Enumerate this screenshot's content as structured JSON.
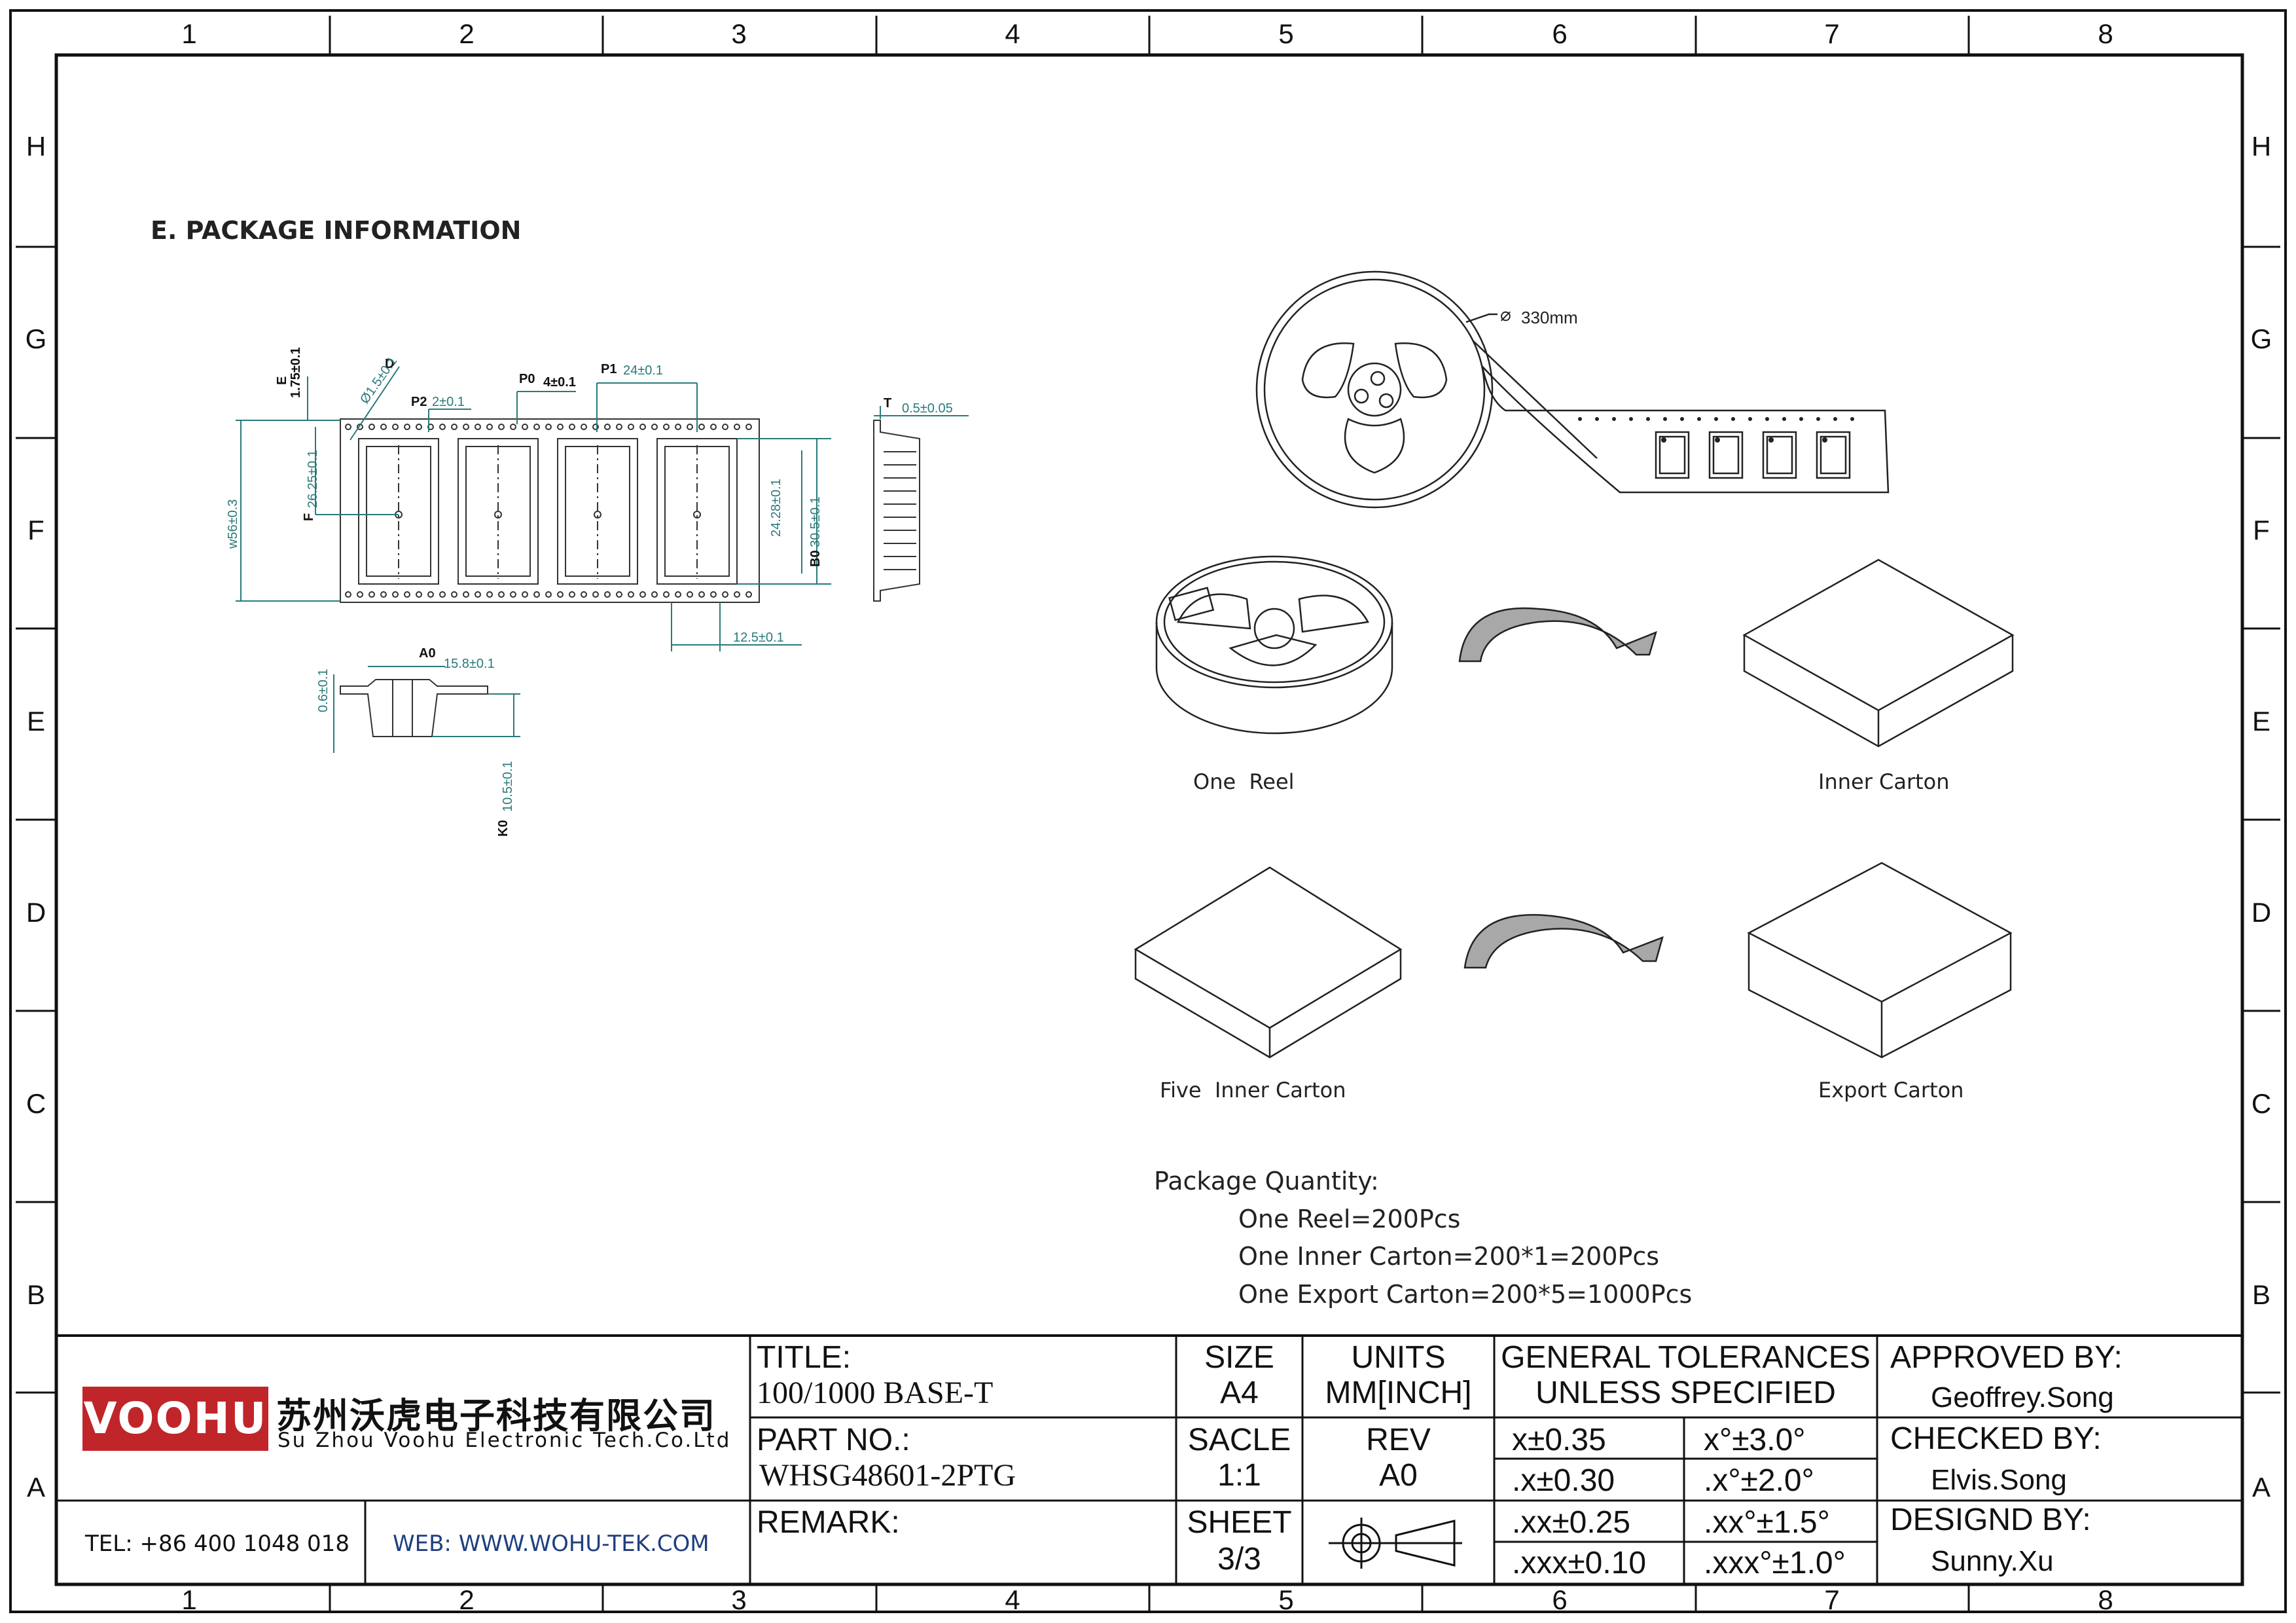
{
  "drawing": {
    "columns": [
      "1",
      "2",
      "3",
      "4",
      "5",
      "6",
      "7",
      "8"
    ],
    "rows": [
      "H",
      "G",
      "F",
      "E",
      "D",
      "C",
      "B",
      "A"
    ]
  },
  "section_title": "E. PACKAGE INFORMATION",
  "dimensions": {
    "E": "E",
    "E_val": "1.75±0.1",
    "D": "D",
    "D_val": "Ø1.5±0.1",
    "P2": "P2",
    "P2_val": "2±0.1",
    "P0": "P0",
    "P0_val": "4±0.1",
    "P1": "P1",
    "P1_val": "24±0.1",
    "T": "T",
    "T_val": "0.5±0.05",
    "W_val": "w56±0.3",
    "F": "F",
    "F_val": "26.25±0.1",
    "A1_val": "24.28±0.1",
    "B0": "B0",
    "B0_val": "30.5±0.1",
    "pitch_val": "12.5±0.1",
    "A0": "A0",
    "A0_val": "15.8±0.1",
    "t_val": "0.6±0.1",
    "K0": "K0",
    "K0_val": "10.5±0.1"
  },
  "reel_diameter": "330mm",
  "illustrations": {
    "one_reel": "One  Reel",
    "inner_carton": "Inner Carton",
    "five_inner_carton": "Five  Inner Carton",
    "export_carton": "Export Carton"
  },
  "package_quantity": {
    "heading": "Package Quantity:",
    "lines": [
      "One Reel=200Pcs",
      "One Inner Carton=200*1=200Pcs",
      "One Export Carton=200*5=1000Pcs"
    ]
  },
  "title_block": {
    "logo": "VOOHU",
    "company_cn": "苏州沃虎电子科技有限公司",
    "company_en": "Su Zhou Voohu Electronic Tech.Co.Ltd",
    "tel": "TEL: +86 400 1048 018",
    "web": "WEB: WWW.WOHU-TEK.COM",
    "title_label": "TITLE:",
    "title_value": "100/1000 BASE-T",
    "part_label": "PART NO.:",
    "part_value": "WHSG48601-2PTG",
    "remark_label": "REMARK:",
    "size_label": "SIZE",
    "size_value": "A4",
    "units_label": "UNITS",
    "units_value": "MM[INCH]",
    "scale_label": "SACLE",
    "scale_value": "1:1",
    "rev_label": "REV",
    "rev_value": "A0",
    "sheet_label": "SHEET",
    "sheet_value": "3/3",
    "tol_heading_1": "GENERAL TOLERANCES",
    "tol_heading_2": "UNLESS SPECIFIED",
    "tolerances": [
      [
        "x±0.35",
        "x°±3.0°"
      ],
      [
        ".x±0.30",
        ".x°±2.0°"
      ],
      [
        ".xx±0.25",
        ".xx°±1.5°"
      ],
      [
        ".xxx±0.10",
        ".xxx°±1.0°"
      ]
    ],
    "approved_label": "APPROVED BY:",
    "approved_value": "Geoffrey.Song",
    "checked_label": "CHECKED BY:",
    "checked_value": "Elvis.Song",
    "designed_label": "DESIGND BY:",
    "designed_value": "Sunny.Xu"
  }
}
